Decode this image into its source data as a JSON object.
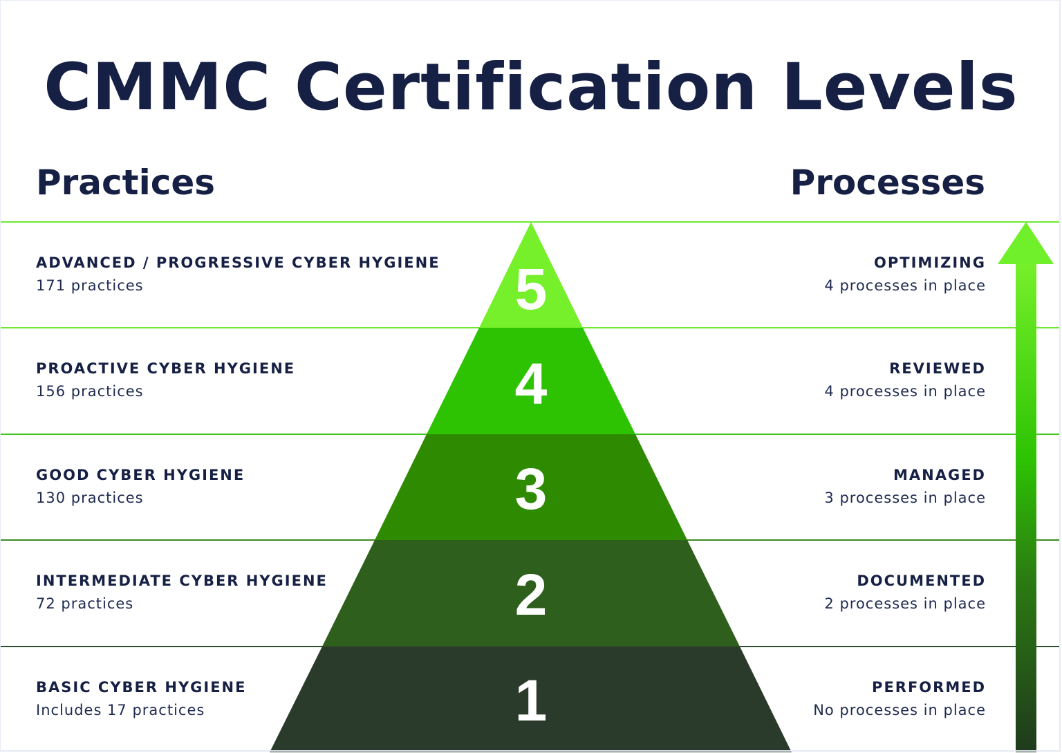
{
  "title": "CMMC Certification Levels",
  "columns": {
    "left": "Practices",
    "right": "Processes"
  },
  "levels": [
    {
      "number": "5",
      "practice_name": "ADVANCED / PROGRESSIVE CYBER HYGIENE",
      "practice_detail": "171 practices",
      "process_name": "OPTIMIZING",
      "process_detail": "4 processes in place",
      "color": "#76f02a"
    },
    {
      "number": "4",
      "practice_name": "PROACTIVE CYBER HYGIENE",
      "practice_detail": "156 practices",
      "process_name": "REVIEWED",
      "process_detail": "4 processes in place",
      "color": "#2dc303"
    },
    {
      "number": "3",
      "practice_name": "GOOD CYBER HYGIENE",
      "practice_detail": "130 practices",
      "process_name": "MANAGED",
      "process_detail": "3 processes in place",
      "color": "#2e8a00"
    },
    {
      "number": "2",
      "practice_name": "INTERMEDIATE CYBER HYGIENE",
      "practice_detail": "72 practices",
      "process_name": "DOCUMENTED",
      "process_detail": "2 processes in place",
      "color": "#2f5f1c"
    },
    {
      "number": "1",
      "practice_name": "BASIC CYBER HYGIENE",
      "practice_detail": "Includes 17 practices",
      "process_name": "PERFORMED",
      "process_detail": "No processes in place",
      "color": "#2a3b2b"
    }
  ],
  "colors": {
    "text": "#162044",
    "divider_lines": [
      "#6fe832",
      "#6fe832",
      "#3cc51a",
      "#3d8a22",
      "#2f4c30"
    ],
    "arrow_top": "#76f02a",
    "arrow_mid": "#2dc303",
    "arrow_bottom": "#1f3a1c"
  },
  "icons": {
    "arrow": "arrow-up-icon"
  }
}
